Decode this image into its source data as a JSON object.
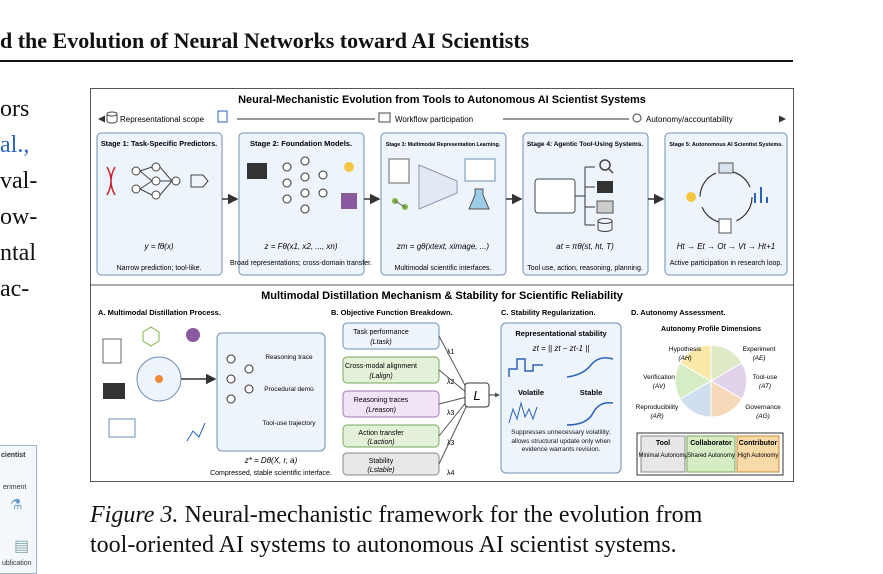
{
  "header": {
    "title": "d the Evolution of Neural Networks toward AI Scientists"
  },
  "left_column": {
    "lines": [
      "ors",
      "al.,",
      "val-",
      "ow-",
      "ntal",
      "ac-"
    ]
  },
  "peek_panel": {
    "title": "cientist",
    "item_1": "eriment",
    "item_2": "ublication"
  },
  "figure": {
    "title": "Neural-Mechanistic Evolution from Tools to Autonomous AI Scientist Systems",
    "axis": {
      "left": "Representational scope",
      "mid": "Workflow participation",
      "right": "Autonomy/accountability"
    },
    "stages": [
      {
        "title": "Stage 1: Task-Specific Predictors.",
        "formula": "y = fθ(x)",
        "desc": "Narrow prediction; tool-like."
      },
      {
        "title": "Stage 2: Foundation Models.",
        "formula": "z = Fθ(x1, x2, ..., xn)",
        "desc": "Broad representations; cross-domain transfer."
      },
      {
        "title": "Stage 3: Multimodal Representation Learning.",
        "formula": "zm = gθ(xtext, ximage, ...)",
        "desc": "Multimodal scientific interfaces."
      },
      {
        "title": "Stage 4: Agentic Tool-Using Systems.",
        "formula": "at = πθ(st, ht, T)",
        "desc": "Tool use, action, reasoning, planning."
      },
      {
        "title": "Stage 5: Autonomous AI Scientist Systems.",
        "formula": "Ht → Et → Ot → Vt → Ht+1",
        "desc": "Active participation in research loop."
      }
    ],
    "bottom_title": "Multimodal Distillation Mechanism & Stability for Scientific Reliability",
    "panel_a": {
      "title": "A. Multimodal Distillation Process.",
      "outputs": [
        "Reasoning trace",
        "Procedural demo",
        "Tool-use trajectory"
      ],
      "formula": "z* = Dθ(X, r, a)",
      "desc": "Compressed, stable scientific interface."
    },
    "panel_b": {
      "title": "B. Objective Function Breakdown.",
      "terms": [
        {
          "label": "Task performance",
          "sub": "(Ltask)",
          "weight": "λ1"
        },
        {
          "label": "Cross-modal alignment",
          "sub": "(Lalign)",
          "weight": "λ2"
        },
        {
          "label": "Reasoning traces",
          "sub": "(Lreason)",
          "weight": "λ3"
        },
        {
          "label": "Action transfer",
          "sub": "(Laction)",
          "weight": "λ3"
        },
        {
          "label": "Stability",
          "sub": "(Lstable)",
          "weight": "λ4"
        }
      ],
      "sum_symbol": "L"
    },
    "panel_c": {
      "title": "C. Stability Regularization.",
      "box_title": "Representational stability",
      "formula": "zt = || zt − zt-1 ||",
      "volatile": "Volatile",
      "stable": "Stable",
      "desc": "Suppresses unnecessary volatility; allows structural update only when evidence warrants revision."
    },
    "panel_d": {
      "title": "D. Autonomy Assessment.",
      "subtitle": "Autonomy Profile Dimensions",
      "dims": [
        {
          "label": "Hypothesis",
          "sym": "(AH)"
        },
        {
          "label": "Experiment",
          "sym": "(AE)"
        },
        {
          "label": "Verification",
          "sym": "(AV)"
        },
        {
          "label": "Tool-use",
          "sym": "(AT)"
        },
        {
          "label": "Reproducibility",
          "sym": "(AR)"
        },
        {
          "label": "Governance",
          "sym": "(AG)"
        }
      ],
      "levels": [
        {
          "name": "Tool",
          "desc": "Minimal Autonomy",
          "color": "#e7e7e7"
        },
        {
          "name": "Collaborator",
          "desc": "Shared Autonomy",
          "color": "#d6ecc4"
        },
        {
          "name": "Contributor",
          "desc": "High Autonomy",
          "color": "#f8d9a8"
        }
      ]
    }
  },
  "caption": {
    "label": "Figure 3.",
    "line1": "Neural-mechanistic framework for the evolution from",
    "line2": "tool-oriented AI systems to autonomous AI scientist systems."
  },
  "colors": {
    "stage_fill": "#eef4fb",
    "stage_border": "#6f8fb5",
    "accent_blue": "#2b63b8",
    "text": "#111111"
  }
}
